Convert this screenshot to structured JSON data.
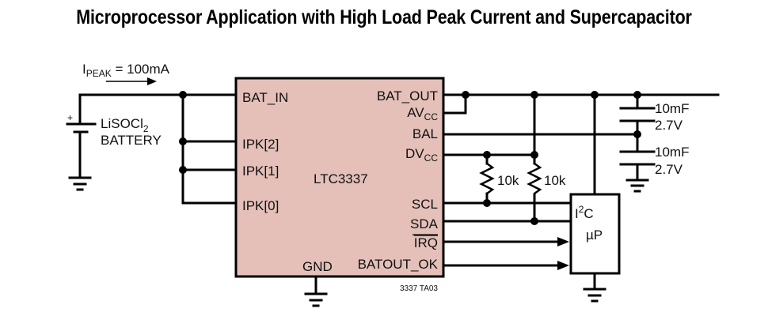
{
  "title": "Microprocessor Application with High Load Peak Current and Supercapacitor",
  "colors": {
    "ic_fill": "#e4c0b9",
    "wire": "#000000",
    "background": "#ffffff"
  },
  "current_annotation": {
    "prefix": "I",
    "subscript": "PEAK",
    "value": " = 100mA"
  },
  "battery": {
    "label_line1": "LiSOCl",
    "label_sub": "2",
    "label_line2": "BATTERY",
    "polarity": "+"
  },
  "ic": {
    "part": "LTC3337",
    "left_pins": [
      "BAT_IN",
      "IPK[2]",
      "IPK[1]",
      "IPK[0]"
    ],
    "right_pins": {
      "bat_out": "BAT_OUT",
      "avcc": {
        "base": "AV",
        "sub": "CC"
      },
      "bal": "BAL",
      "dvcc": {
        "base": "DV",
        "sub": "CC"
      },
      "scl": "SCL",
      "sda": "SDA",
      "irq": "IRQ",
      "batout_ok": "BATOUT_OK"
    },
    "gnd": "GND",
    "figure_id": "3337 TA03"
  },
  "resistors": [
    {
      "value": "10k"
    },
    {
      "value": "10k"
    }
  ],
  "capacitors": [
    {
      "capacitance": "10mF",
      "voltage": "2.7V"
    },
    {
      "capacitance": "10mF",
      "voltage": "2.7V"
    }
  ],
  "microprocessor": {
    "bus": "I",
    "bus_sup": "2",
    "bus_end": "C",
    "name": "µP"
  }
}
